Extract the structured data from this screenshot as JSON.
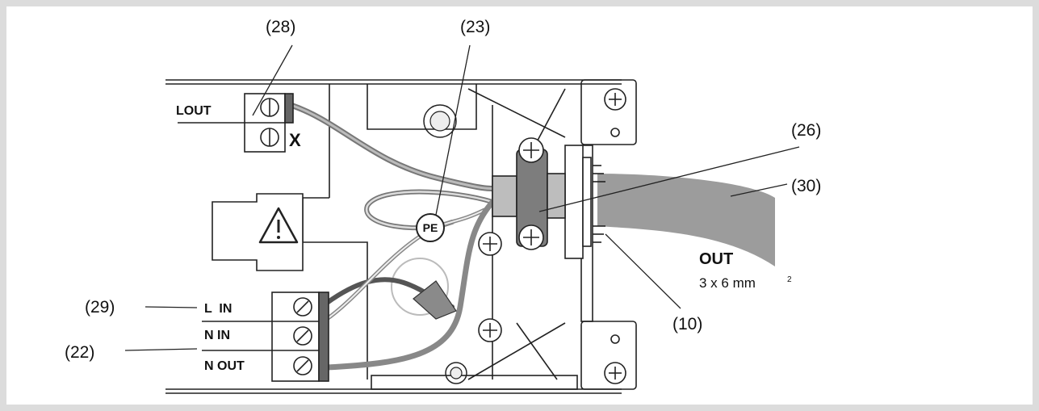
{
  "callouts": {
    "c28": "(28)",
    "c23": "(23)",
    "c26": "(26)",
    "c30": "(30)",
    "c29": "(29)",
    "c22": "(22)",
    "c10": "(10)"
  },
  "terminals": {
    "lout": "LOUT",
    "x_mark": "X",
    "l_in": "L  IN",
    "n_in": "N IN",
    "n_out": "N OUT"
  },
  "ground_label": "PE",
  "output": {
    "title": "OUT",
    "spec": "3 x 6 mm",
    "superscript": "2"
  },
  "colors": {
    "line": "#222222",
    "cable": "#9a9a9a",
    "wire_dark": "#6e6e6e",
    "frame_bg": "#ffffff",
    "page_bg": "#dcdcdc"
  }
}
